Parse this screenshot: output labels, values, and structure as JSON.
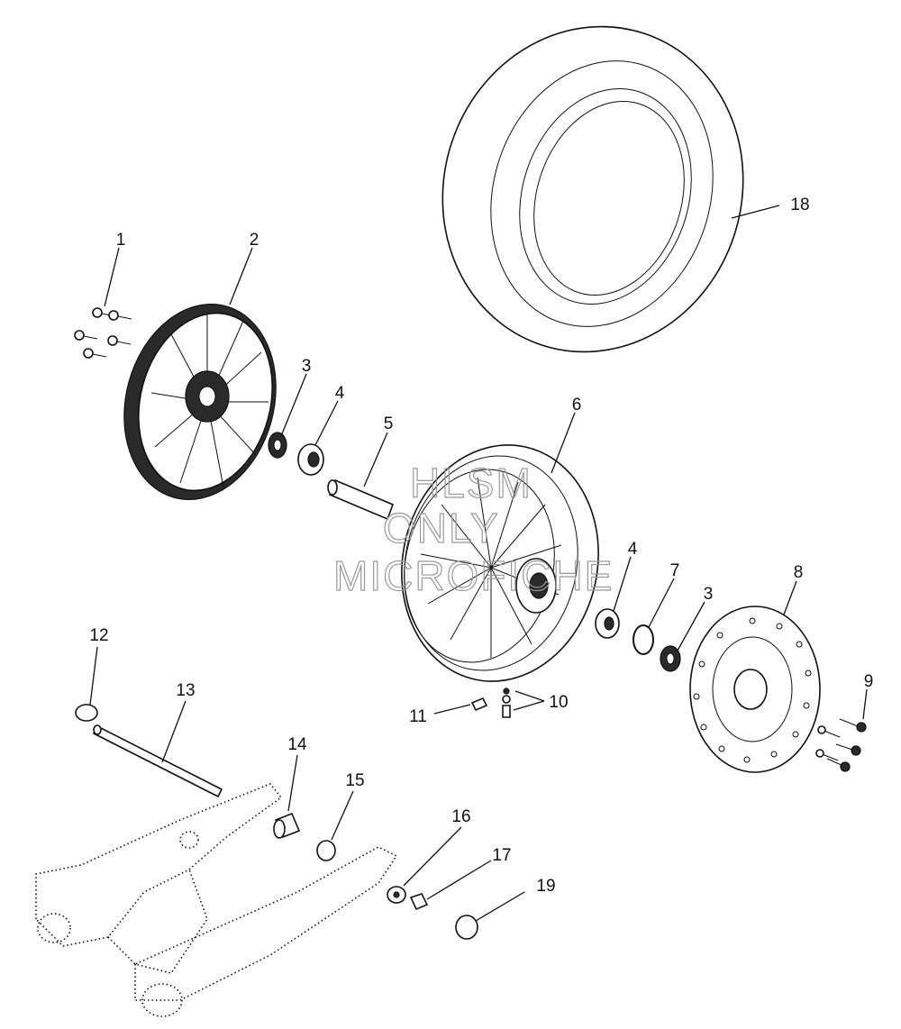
{
  "watermark": [
    "HLSM",
    "ONLY",
    "MICROFICHE"
  ],
  "callouts": {
    "c1": "1",
    "c2": "2",
    "c3a": "3",
    "c3b": "3",
    "c4a": "4",
    "c4b": "4",
    "c5": "5",
    "c6": "6",
    "c7": "7",
    "c8": "8",
    "c9": "9",
    "c10": "10",
    "c11": "11",
    "c12": "12",
    "c13": "13",
    "c14": "14",
    "c15": "15",
    "c16": "16",
    "c17": "17",
    "c18": "18",
    "c19": "19"
  }
}
